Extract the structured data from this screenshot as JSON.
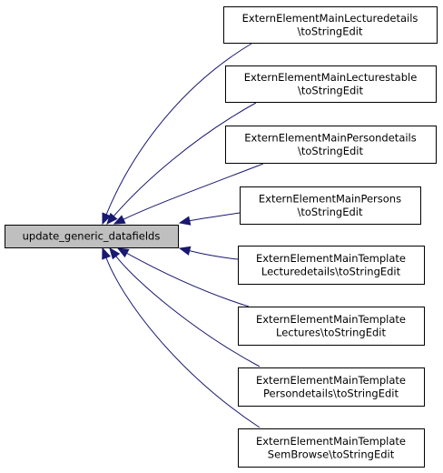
{
  "diagram": {
    "focus_node": {
      "id": "update_generic_datafields",
      "lines": [
        "update_generic_datafields"
      ]
    },
    "caller_nodes": [
      {
        "id": "lecturedetails",
        "lines": [
          "ExternElementMainLecturedetails",
          "\\toStringEdit"
        ]
      },
      {
        "id": "lecturestable",
        "lines": [
          "ExternElementMainLecturestable",
          "\\toStringEdit"
        ]
      },
      {
        "id": "persondetails",
        "lines": [
          "ExternElementMainPersondetails",
          "\\toStringEdit"
        ]
      },
      {
        "id": "persons",
        "lines": [
          "ExternElementMainPersons",
          "\\toStringEdit"
        ]
      },
      {
        "id": "template-lecturedetails",
        "lines": [
          "ExternElementMainTemplate",
          "Lecturedetails\\toStringEdit"
        ]
      },
      {
        "id": "template-lectures",
        "lines": [
          "ExternElementMainTemplate",
          "Lectures\\toStringEdit"
        ]
      },
      {
        "id": "template-persondetails",
        "lines": [
          "ExternElementMainTemplate",
          "Persondetails\\toStringEdit"
        ]
      },
      {
        "id": "template-sembrowse",
        "lines": [
          "ExternElementMainTemplate",
          "SemBrowse\\toStringEdit"
        ]
      }
    ],
    "colors": {
      "edge": "#191970",
      "focus_fill": "#bfbfbf",
      "node_fill": "#ffffff",
      "border": "#000000"
    }
  }
}
